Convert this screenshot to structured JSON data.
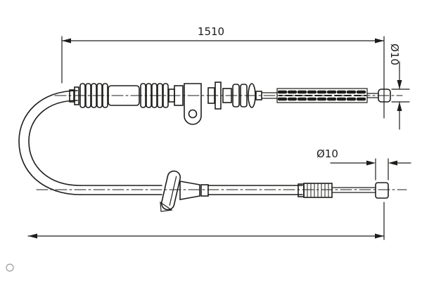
{
  "page": {
    "background": "#ffffff",
    "line_color": "#1d1d1b"
  },
  "labels": {
    "total_length": "1510",
    "diameter_upper": "Ø10",
    "diameter_lower": "Ø10"
  }
}
